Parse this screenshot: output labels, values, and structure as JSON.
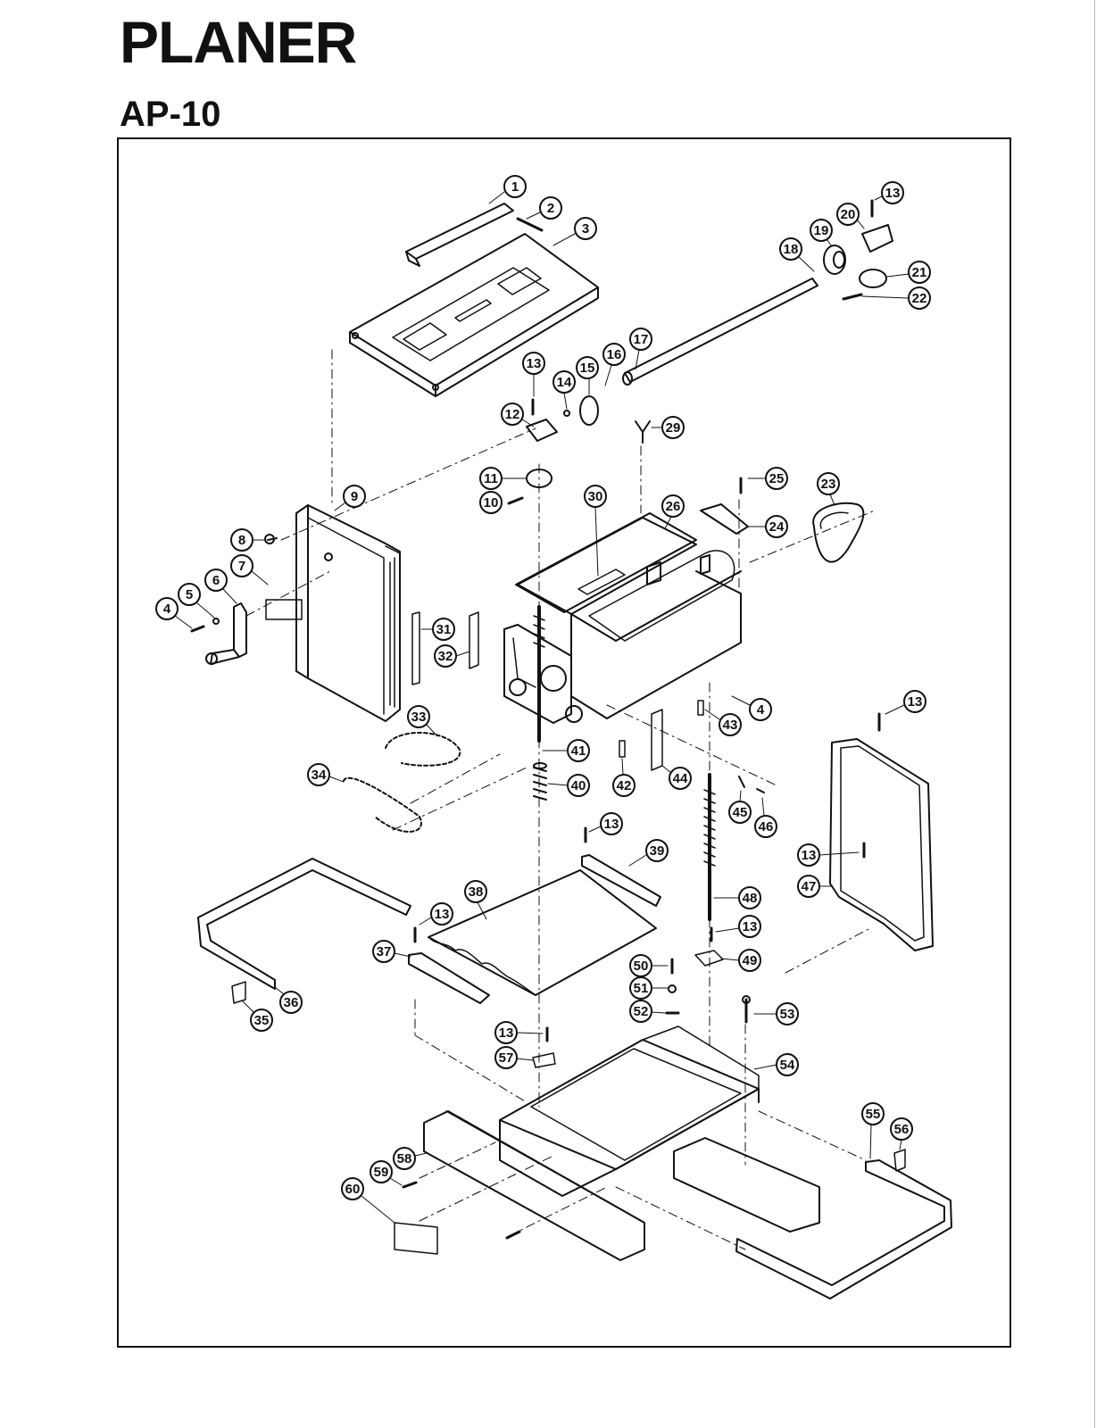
{
  "header": {
    "title": "PLANER",
    "model": "AP-10"
  },
  "callouts": {
    "p1": "1",
    "p2": "2",
    "p3": "3",
    "p4a": "4",
    "p4b": "4",
    "p5": "5",
    "p6": "6",
    "p7": "7",
    "p8": "8",
    "p9": "9",
    "p10": "10",
    "p11": "11",
    "p12": "12",
    "p13a": "13",
    "p13b": "13",
    "p13c": "13",
    "p13d": "13",
    "p13e": "13",
    "p13f": "13",
    "p13g": "13",
    "p14": "14",
    "p15": "15",
    "p16": "16",
    "p17": "17",
    "p18": "18",
    "p19": "19",
    "p20": "20",
    "p21": "21",
    "p22": "22",
    "p23": "23",
    "p24": "24",
    "p25": "25",
    "p26": "26",
    "p29": "29",
    "p30": "30",
    "p31": "31",
    "p32": "32",
    "p33": "33",
    "p34": "34",
    "p35": "35",
    "p36": "36",
    "p37": "37",
    "p38": "38",
    "p39": "39",
    "p40": "40",
    "p41": "41",
    "p42": "42",
    "p43": "43",
    "p44": "44",
    "p45": "45",
    "p46": "46",
    "p47": "47",
    "p48": "48",
    "p49": "49",
    "p50": "50",
    "p51": "51",
    "p52": "52",
    "p53": "53",
    "p54": "54",
    "p55": "55",
    "p56": "56",
    "p57": "57",
    "p58": "58",
    "p59": "59",
    "p60": "60"
  }
}
